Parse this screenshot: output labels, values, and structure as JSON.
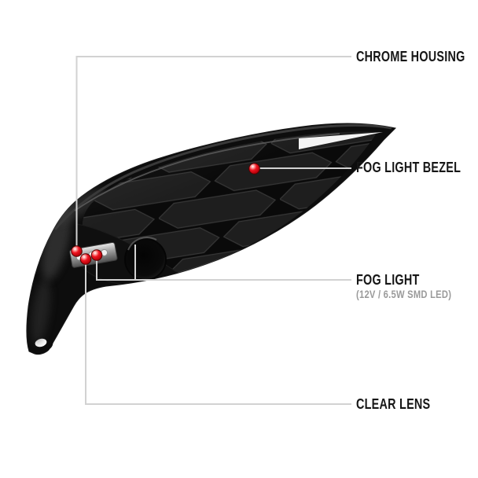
{
  "diagram": {
    "subject": "fog light bezel annotated product view",
    "callouts": [
      {
        "id": "chrome-housing",
        "label": "CHROME HOUSING",
        "marker": "red-dot-marker"
      },
      {
        "id": "fog-light-bezel",
        "label": "FOG LIGHT BEZEL",
        "marker": "red-dot-marker"
      },
      {
        "id": "fog-light",
        "label": "FOG LIGHT",
        "sublabel": "(12V / 6.5W  SMD LED)",
        "marker": "red-dot-marker"
      },
      {
        "id": "clear-lens",
        "label": "CLEAR LENS",
        "marker": "red-dot-marker"
      }
    ],
    "colors": {
      "background": "#ffffff",
      "part_black": "#0d0d0d",
      "leader_line": "#d2d2d2",
      "label_text": "#161616",
      "sublabel_text": "#9a9a9a",
      "marker_red": "#e8101b"
    }
  }
}
